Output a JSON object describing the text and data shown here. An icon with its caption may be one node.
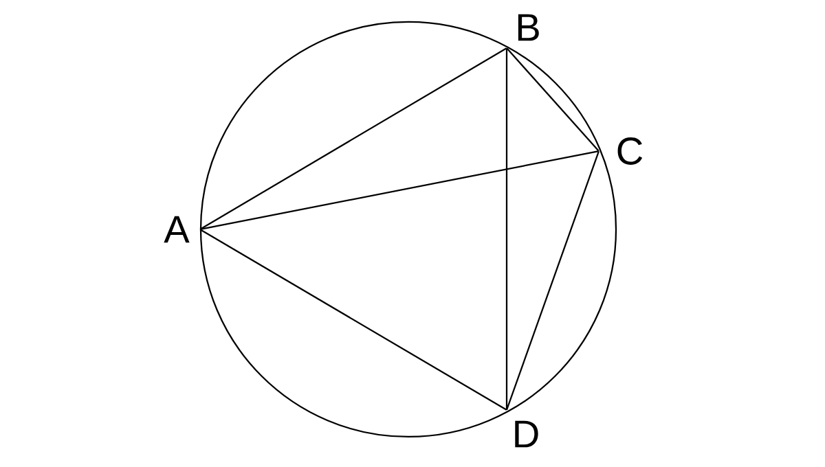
{
  "diagram": {
    "nodes": [
      {
        "text": [
          "A"
        ]
      },
      {
        "text": [
          "B"
        ]
      },
      {
        "text": [
          "C"
        ]
      },
      {
        "text": [
          "D"
        ]
      }
    ],
    "edges": [
      {
        "from": 0,
        "to": 1,
        "arrow": "none"
      },
      {
        "from": 0,
        "to": 2,
        "arrow": "none"
      },
      {
        "from": 0,
        "to": 3,
        "arrow": "none"
      },
      {
        "from": 1,
        "to": 2,
        "arrow": "none"
      },
      {
        "from": 1,
        "to": 3,
        "arrow": "none"
      },
      {
        "from": 2,
        "to": 3,
        "arrow": "none"
      }
    ]
  }
}
